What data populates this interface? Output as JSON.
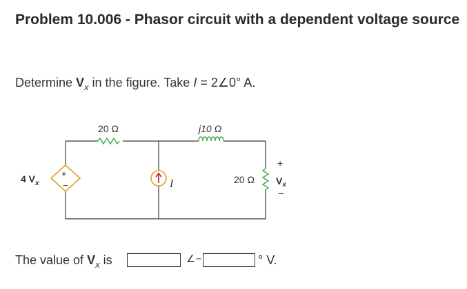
{
  "page": {
    "title": "Problem 10.006 - Phasor circuit with a dependent voltage source",
    "prompt": {
      "before": "Determine ",
      "var": "V",
      "var_sub": "x",
      "middle": " in the figure. Take ",
      "current_sym": "I",
      "after": " = 2∠0° A."
    }
  },
  "circuit": {
    "dep_source_label": "4 V",
    "dep_source_sub": "x",
    "dep_plus": "+",
    "dep_minus": "−",
    "r1_label": "20 Ω",
    "inductor_label": "j10 Ω",
    "r2_label": "20 Ω",
    "current_label": "I",
    "vx_plus": "+",
    "vx_minus": "−",
    "vx_label": "V",
    "vx_sub": "x"
  },
  "answer": {
    "prefix": "The value of ",
    "var": "V",
    "var_sub": "x",
    "is": " is",
    "angle_symbol": "∠−",
    "unit": "° V.",
    "magnitude_value": "",
    "angle_value": ""
  }
}
